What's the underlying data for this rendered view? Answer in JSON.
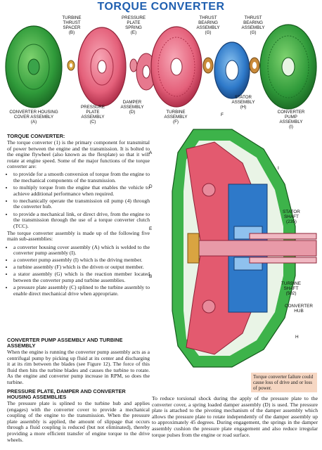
{
  "title": "TORQUE CONVERTER",
  "parts": {
    "turbine_thrust_spacer": "TURBINE\nTHRUST\nSPACER\n(B)",
    "pressure_plate_spring": "PRESSURE\nPLATE\nSPRING\n(E)",
    "thrust_bearing_left": "THRUST\nBEARING\nASSEMBLY\n(G)",
    "thrust_bearing_right": "THRUST\nBEARING\nASSEMBLY\n(G)",
    "converter_housing_cover": "CONVERTER HOUSING\nCOVER ASSEMBLY\n(A)",
    "pressure_plate_assembly": "PRESSURE\nPLATE\nASSEMBLY\n(C)",
    "damper_assembly": "DAMPER\nASSEMBLY\n(D)",
    "turbine_assembly": "TURBINE\nASSEMBLY\n(F)",
    "stator_assembly": "STATOR\nASSEMBLY\n(H)",
    "converter_pump_assembly": "CONVERTER\nPUMP\nASSEMBLY\n(I)"
  },
  "cutaway": {
    "A": "A",
    "D": "D",
    "E": "E",
    "B": "B",
    "F": "F",
    "H": "H",
    "I": "I",
    "stator_shaft": "STATOR\nSHAFT\n(235)",
    "turbine_shaft": "TURBINE\nSHAFT\n(502)",
    "converter_hub": "CONVERTER\nHUB"
  },
  "note": "Torque converter failure could cause loss of drive and or loss of power.",
  "section1": {
    "heading": "Torque Converter:",
    "p1": "The torque converter (1) is the primary component for transmittal of power between the engine and the transmission. It is bolted to the engine flywheel (also known as the flexplate) so that it will rotate at engine speed. Some of the major functions of the torque converter are:",
    "bullets": [
      "to provide for a smooth conversion of torque from the engine to the mechanical components of the transmission.",
      "to multiply torque from the engine that enables the vehicle to achieve additional performance when required.",
      "to mechanically operate the transmission oil pump (4) through the converter hub.",
      "to provide a mechanical link, or direct drive, from the engine to the transmission through the use of a torque converter clutch (TCC)."
    ],
    "p2": "The torque converter assembly is made up of the following five main sub-assemblies:",
    "bullets2": [
      "a converter housing cover assembly (A) which is welded to the converter pump assembly (I).",
      "a converter pump assembly (I) which is the driving member.",
      "a turbine assembly (F) which is the driven or output member.",
      "a stator assembly (G) which is the reaction member located between the converter pump and turbine assemblies.",
      "a pressure plate assembly (C) splined to the turbine assembly to enable direct mechanical drive when appropriate."
    ]
  },
  "section2": {
    "heading": "Converter Pump Assembly and Turbine Assembly",
    "p1": "When the engine is running the converter pump assembly acts as a centrifugal pump by picking up fluid at its center and discharging it at its rim between the blades (see Figure 12). The force of this fluid then hits the turbine blades and causes the turbine to rotate. As the engine and converter pump increase in RPM, so does the turbine."
  },
  "section3": {
    "heading": "Pressure Plate, Damper and Converter Housing Assemblies",
    "p1": "The pressure plate is splined to the turbine hub and applies (engages) with the converter cover to provide a mechanical coupling of the engine to the transmission. When the pressure plate assembly is applied, the amount of slippage that occurs through a fluid coupling is reduced (but not eliminated), thereby providing a more efficient transfer of engine torque to the drive wheels.",
    "p2": "To reduce torsional shock during the apply of the pressure plate to the converter cover, a spring loaded damper assembly (D) is used. The pressure plate is attached to the pivoting mechanism of the damper assembly which allows the pressure plate to rotate independently of the damper assembly up to approximately 45 degrees. During engagement, the springs in the damper assembly cushion the pressure plate engagement and also reduce irregular torque pulses from the engine or road surface."
  },
  "colors": {
    "title": "#1f5fb0",
    "cover_green": "#2f9a3a",
    "pump_green": "#3db34a",
    "plate_pink": "#e4607a",
    "turbine_pink": "#e35a6f",
    "stator_blue": "#2e79c9",
    "bearing_tan": "#c98a3a",
    "note_bg": "#f6d7c3"
  }
}
